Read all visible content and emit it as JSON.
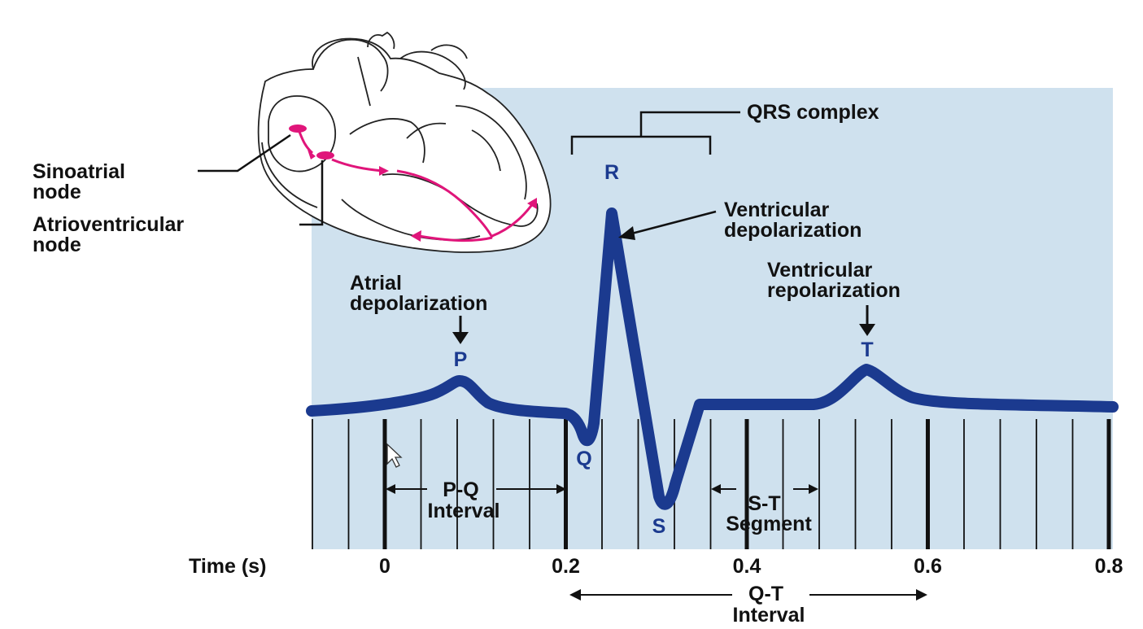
{
  "labels": {
    "sinoatrial": [
      "Sinoatrial",
      "node"
    ],
    "atrioventricular": [
      "Atrioventricular",
      "node"
    ],
    "atrial_depolarization": [
      "Atrial",
      "depolarization"
    ],
    "qrs_complex": "QRS complex",
    "ventricular_depolarization": [
      "Ventricular",
      "depolarization"
    ],
    "ventricular_repolarization": [
      "Ventricular",
      "repolarization"
    ],
    "pq_interval": [
      "P-Q",
      "Interval"
    ],
    "st_segment": [
      "S-T",
      "Segment"
    ],
    "qt_interval": [
      "Q-T",
      "Interval"
    ]
  },
  "waves": {
    "p": "P",
    "q": "Q",
    "r": "R",
    "s": "S",
    "t": "T"
  },
  "time_axis": {
    "label": "Time (s)",
    "ticks": [
      "0",
      "0.2",
      "0.4",
      "0.6",
      "0.8"
    ]
  },
  "colors": {
    "background_panel": "#cfe1ee",
    "ecg_trace": "#1b3a8f",
    "conduction_path": "#e0157a",
    "text": "#111111"
  }
}
